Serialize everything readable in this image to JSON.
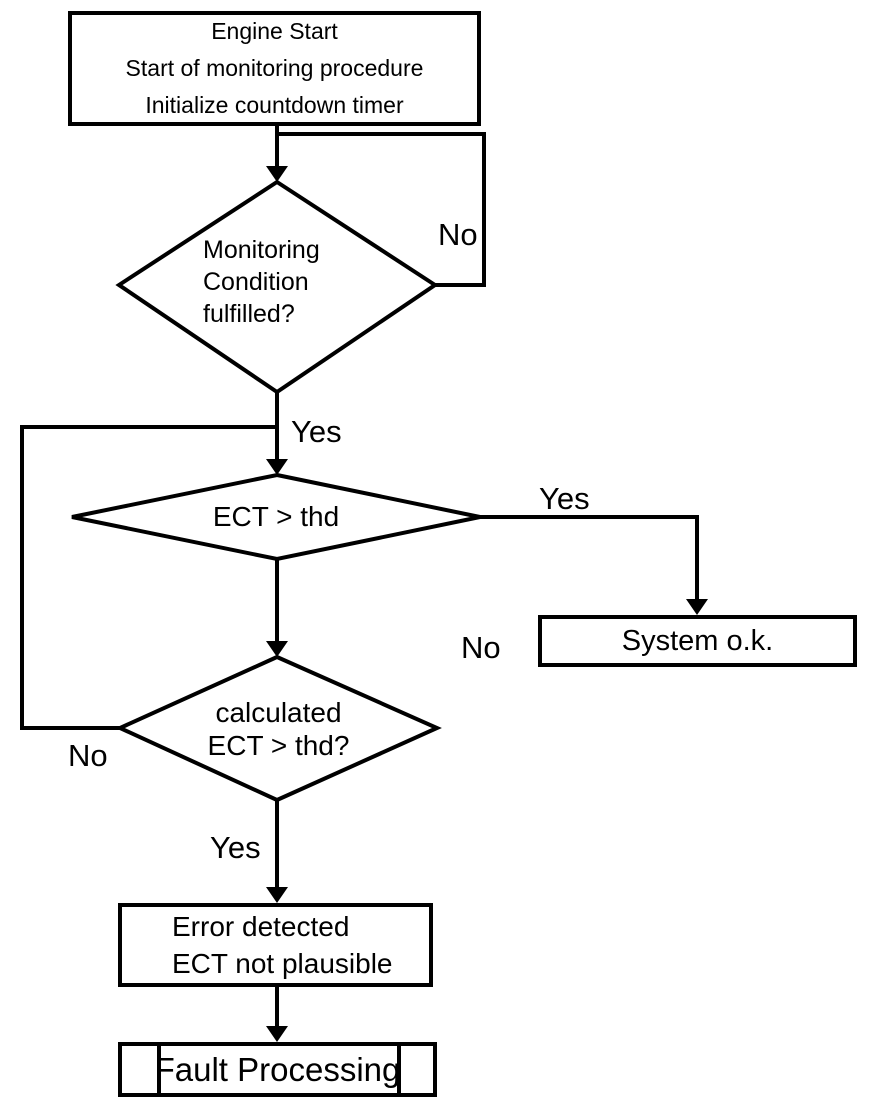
{
  "flowchart": {
    "start_box": {
      "line1": "Engine Start",
      "line2": "Start of monitoring procedure",
      "line3": "Initialize countdown timer"
    },
    "decision_monitoring": {
      "line1": "Monitoring",
      "line2": "Condition",
      "line3": "fulfilled?"
    },
    "decision_ect": {
      "label": "ECT > thd"
    },
    "system_ok_box": {
      "label": "System o.k."
    },
    "decision_calculated": {
      "line1": "calculated",
      "line2": "ECT > thd?"
    },
    "error_box": {
      "line1": "Error detected",
      "line2": "ECT not plausible"
    },
    "fault_box": {
      "label": "Fault Processing"
    },
    "edge_labels": {
      "no_monitoring": "No",
      "yes_monitoring": "Yes",
      "yes_ect": "Yes",
      "no_ect": "No",
      "no_calculated": "No",
      "yes_calculated": "Yes"
    },
    "colors": {
      "stroke": "#000000",
      "background": "#ffffff"
    }
  }
}
